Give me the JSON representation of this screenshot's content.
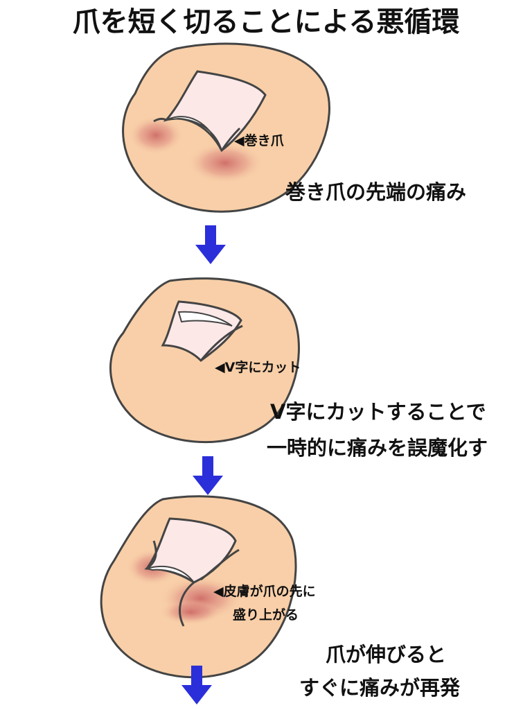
{
  "title": "爪を短く切ることによる悪循環",
  "colors": {
    "skin": "#f8cfa8",
    "outline": "#444444",
    "nail_fill": "#fde8e8",
    "inflammation": "#c9605f",
    "arrow": "#2b2fd9"
  },
  "stages": [
    {
      "pointer_label": "◀巻き爪",
      "caption_lines": [
        "巻き爪の先端の痛み"
      ]
    },
    {
      "pointer_label": "◀V字にカット",
      "caption_lines": [
        "V字にカットすることで",
        "一時的に痛みを誤魔化す"
      ]
    },
    {
      "pointer_label_lines": [
        "◀皮膚が爪の先に",
        "盛り上がる"
      ],
      "caption_lines": [
        "爪が伸びると",
        "すぐに痛みが再発"
      ]
    }
  ],
  "arrows": [
    "arrow-down-icon",
    "arrow-down-icon",
    "arrow-down-icon"
  ]
}
